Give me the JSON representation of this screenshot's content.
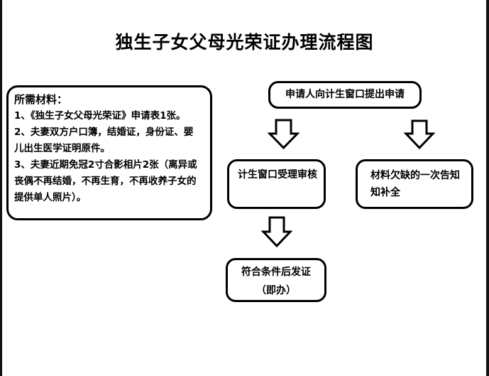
{
  "diagram": {
    "title": "独生子女父母光荣证办理流程图",
    "materials": {
      "heading": "所需材料：",
      "items": [
        "1、《独生子女父母光荣证》申请表1张。",
        "2、夫妻双方户口簿，结婚证，身份证、婴",
        "儿出生医学证明原件。",
        "3、夫妻近期免冠2寸合影相片2张（离异或",
        "丧偶不再结婚，不再生育，不再收养子女的",
        "提供单人照片）。"
      ]
    },
    "nodes": {
      "apply": "申请人向计生窗口提出申请",
      "accept": "计生窗口受理审核",
      "notify_line1": "材料欠缺的一次告知",
      "notify_line2": "知补全",
      "issue_line1": "符合条件后发证",
      "issue_line2": "（即办）"
    },
    "edges": [
      {
        "from": "apply",
        "to": "accept"
      },
      {
        "from": "apply",
        "to": "notify"
      },
      {
        "from": "accept",
        "to": "issue"
      }
    ]
  }
}
